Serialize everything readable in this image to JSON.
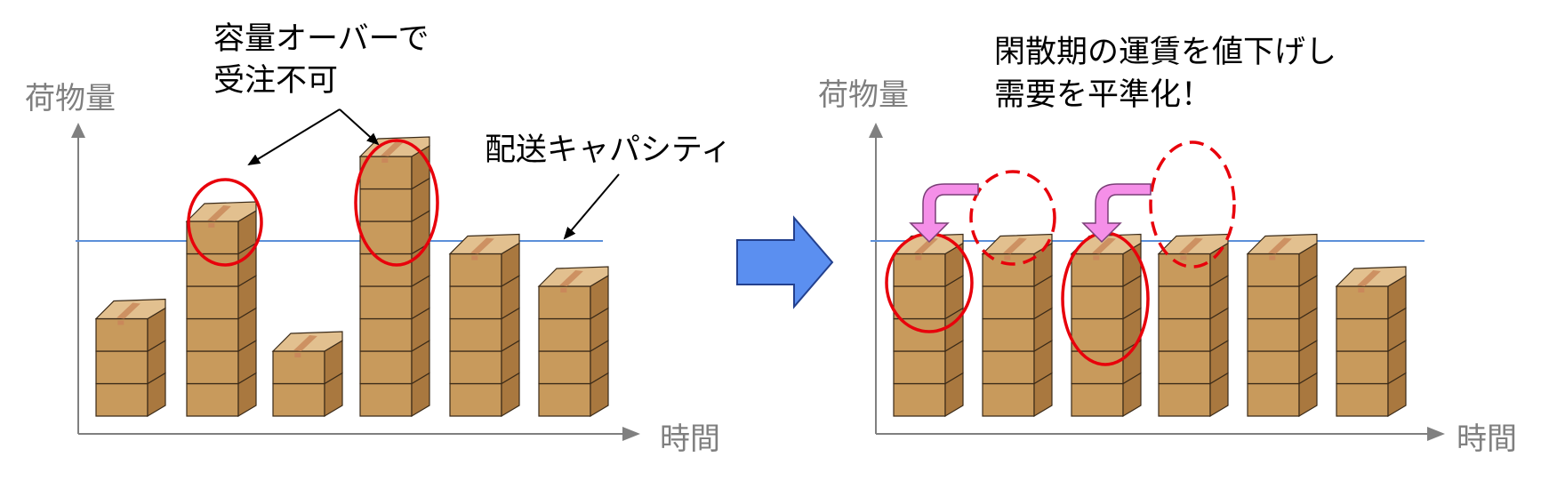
{
  "colors": {
    "axis": "#808080",
    "capacity_line": "#5b8fd9",
    "box_front": "#c89a5c",
    "box_side": "#a9783f",
    "box_top": "#e2c08f",
    "box_tape": "#c9885a",
    "box_outline": "#3a2a18",
    "highlight_ellipse": "#e8000b",
    "transition_arrow": "#5b8ff0",
    "shift_arrow": "#f58fe8"
  },
  "left_panel": {
    "y_axis_label": "荷物量",
    "x_axis_label": "時間",
    "capacity_label": "配送キャパシティ",
    "overflow_label_line1": "容量オーバーで",
    "overflow_label_line2": "受注不可",
    "stacks": [
      3,
      6,
      2,
      8,
      5,
      4
    ],
    "capacity_level": 5,
    "overflow_stacks": [
      1,
      3
    ]
  },
  "right_panel": {
    "y_axis_label": "荷物量",
    "x_axis_label": "時間",
    "title_line1": "閑散期の運賃を値下げし",
    "title_line2": "需要を平準化！",
    "stacks": [
      5,
      5,
      5,
      5,
      5,
      4
    ],
    "capacity_level": 5,
    "shifted_into": [
      0,
      2
    ],
    "vacated_from": [
      1,
      3
    ]
  },
  "icons": {
    "transition": "right-arrow-icon",
    "shift": "curved-arrow-icon",
    "box": "cardboard-box-icon"
  }
}
